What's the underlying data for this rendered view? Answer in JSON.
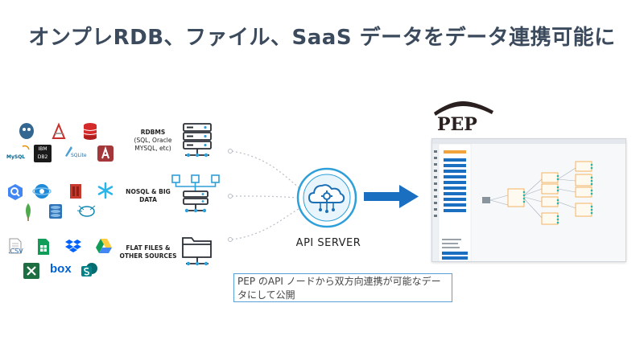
{
  "title": "オンプレRDB、ファイル、SaaS データをデータ連携可能に",
  "categories": [
    {
      "name": "RDBMS",
      "sub": "(SQL, Oracle MYSQL, etc)"
    },
    {
      "name": "NOSQL & BIG DATA"
    },
    {
      "name": "FLAT FILES & OTHER SOURCES"
    }
  ],
  "logos": {
    "mysql": "MySQL",
    "ibm_db2": "IBM DB2",
    "sqlite": "SQLite",
    "csv": ".CSV",
    "box": "box"
  },
  "api_server_label": "API SERVER",
  "pep_logo": "PEP",
  "note": "PEP のAPI ノードから双方向連携が可能なデータにして公開",
  "colors": {
    "title": "#3b4a5c",
    "accent_blue": "#1a6fc0",
    "connector": "#2d9fd9",
    "flow_node": "#f3a33b"
  }
}
